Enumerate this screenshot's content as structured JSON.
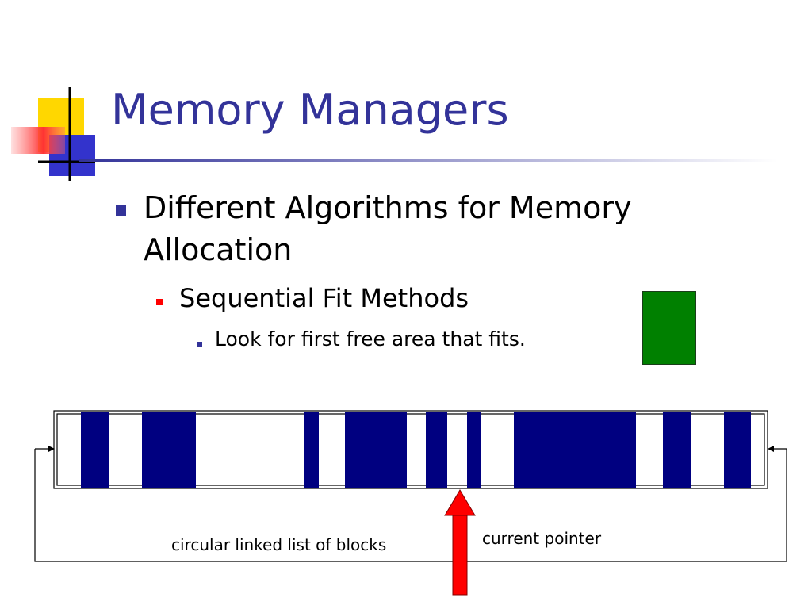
{
  "slide": {
    "title": "Memory Managers",
    "bullets": [
      {
        "level": 1,
        "text": "Different Algorithms for Memory Allocation",
        "line1": "Different Algorithms for Memory",
        "line2": "Allocation"
      },
      {
        "level": 2,
        "text": "Sequential Fit Methods"
      },
      {
        "level": 3,
        "text": "Look for first free area that fits."
      }
    ]
  },
  "diagram": {
    "labels": {
      "list": "circular linked list of blocks",
      "pointer": "current pointer"
    },
    "colors": {
      "used_block": "#000080",
      "free_block": "#ffffff",
      "request_block": "#008000",
      "pointer_arrow": "#ff0000",
      "title": "#333399"
    }
  }
}
